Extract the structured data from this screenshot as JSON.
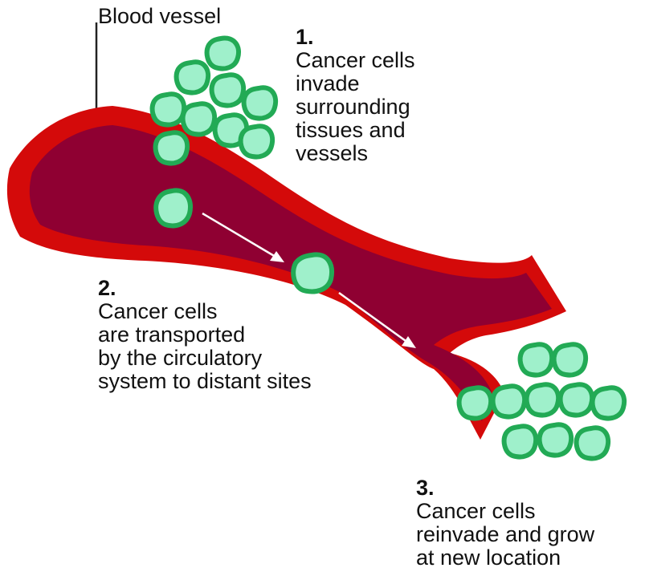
{
  "callout": {
    "label": "Blood vessel"
  },
  "steps": [
    {
      "number": "1.",
      "lines": [
        "Cancer cells",
        "invade",
        "surrounding",
        "tissues and",
        "vessels"
      ]
    },
    {
      "number": "2.",
      "lines": [
        "Cancer cells",
        "are transported",
        "by the circulatory",
        "system to distant sites"
      ]
    },
    {
      "number": "3.",
      "lines": [
        "Cancer cells",
        "reinvade and grow",
        "at new location"
      ]
    }
  ],
  "colors": {
    "vessel_wall": "#d40a0a",
    "vessel_lumen": "#8f0032",
    "cell_border": "#22aa55",
    "cell_fill": "#9ff0cb",
    "arrow": "#ffffff"
  }
}
